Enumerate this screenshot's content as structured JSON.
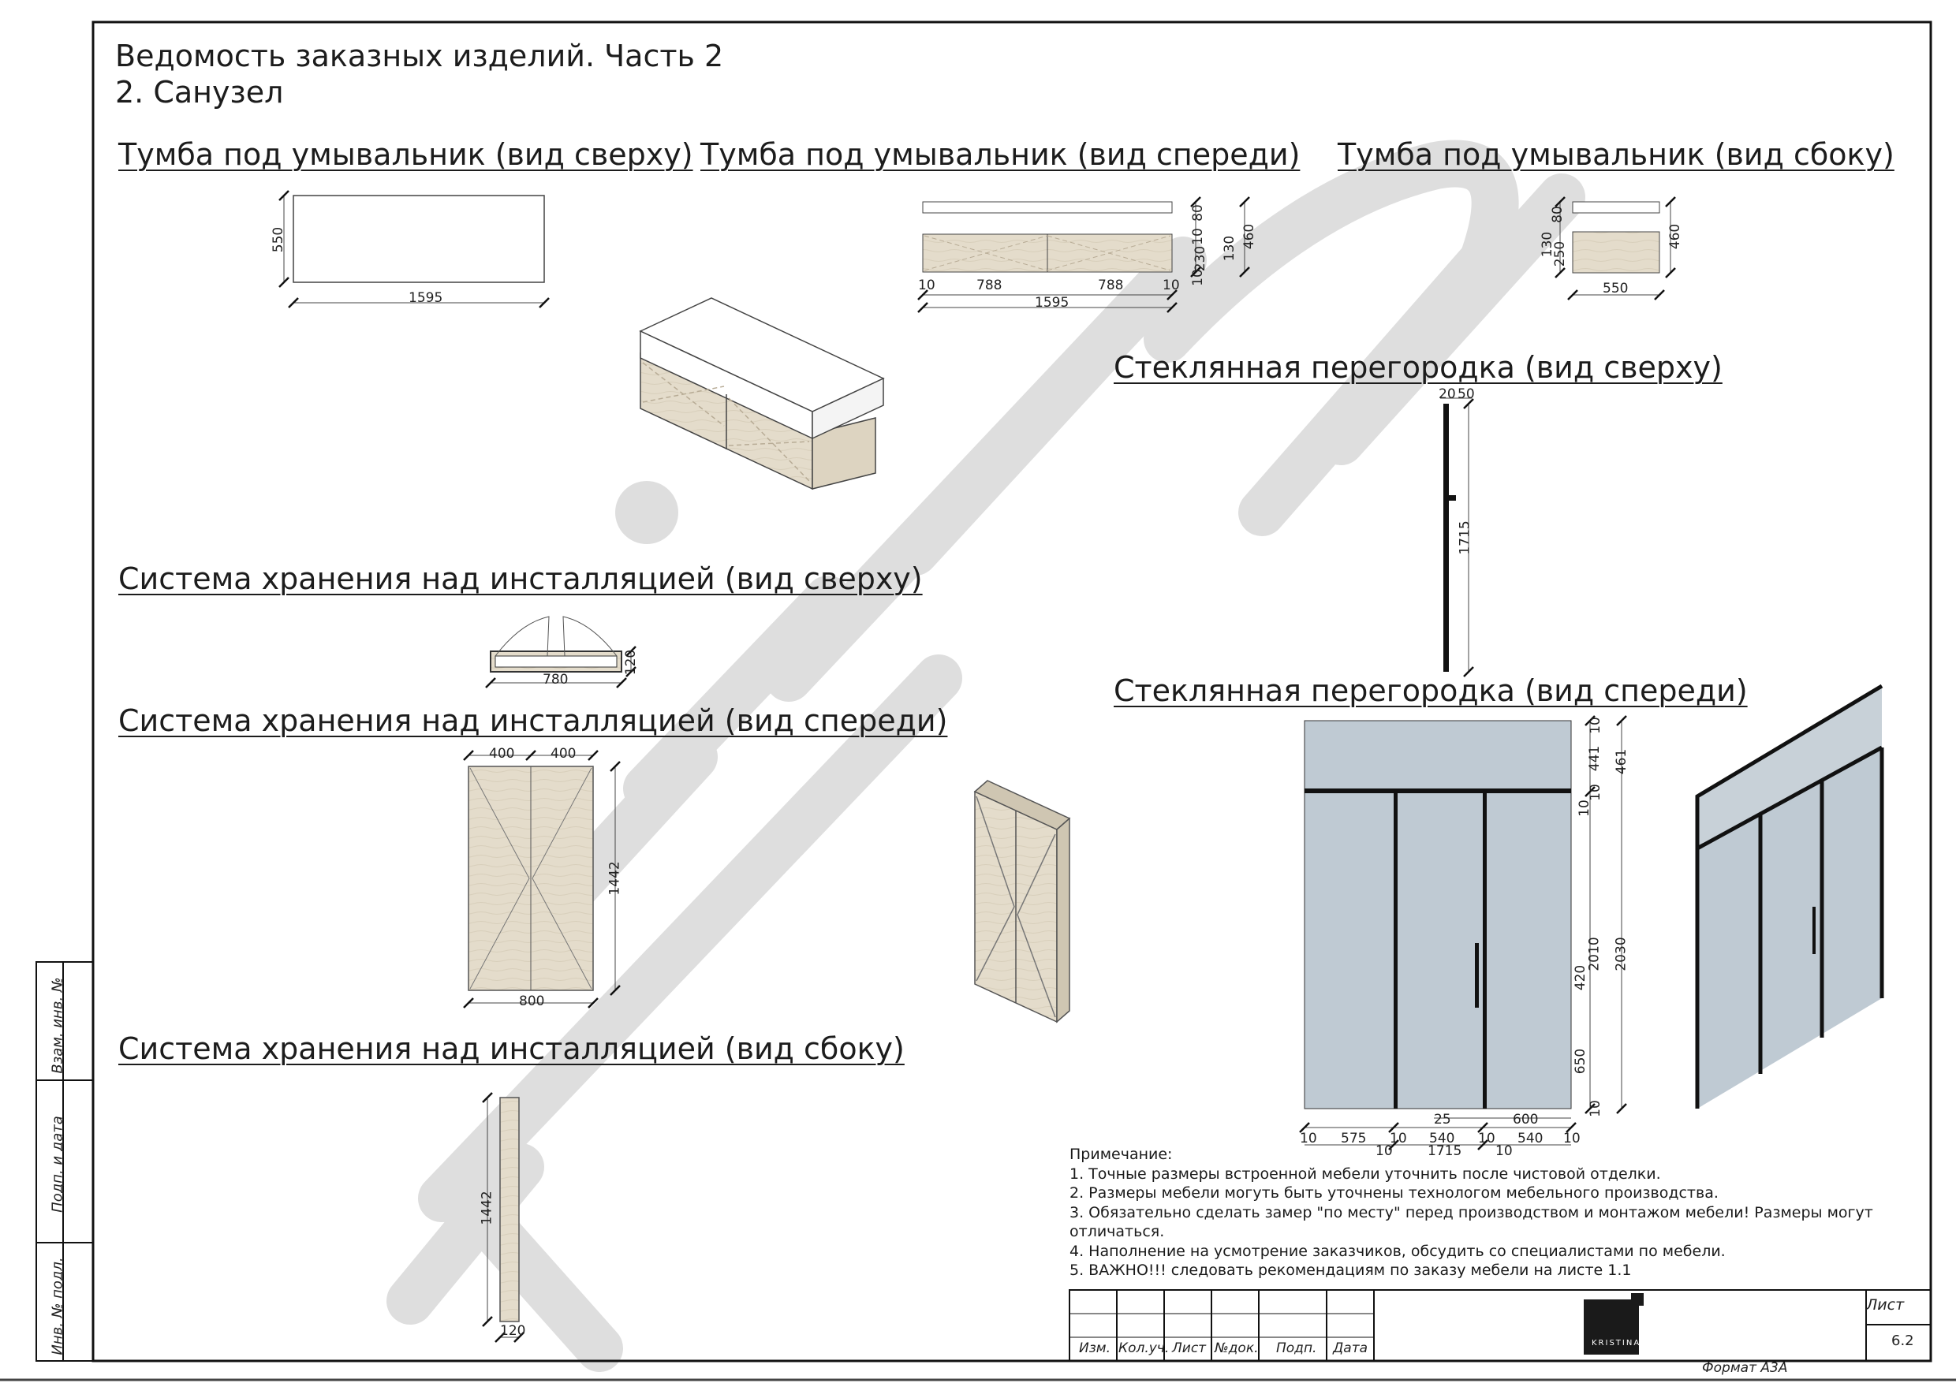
{
  "header": {
    "title": "Ведомость заказных изделий. Часть 2",
    "subtitle": "2. Санузел"
  },
  "sections": {
    "vanity_top": "Тумба под умывальник (вид сверху)",
    "vanity_front": "Тумба под умывальник (вид спереди)",
    "vanity_side": "Тумба под умывальник (вид сбоку)",
    "glass_top": "Стеклянная перегородка (вид сверху)",
    "storage_top": "Система хранения над инсталляцией (вид сверху)",
    "storage_front": "Система хранения над инсталляцией (вид спереди)",
    "storage_side": "Система хранения над инсталляцией (вид сбоку)",
    "glass_front": "Стеклянная перегородка (вид спереди)"
  },
  "dimensions": {
    "vanity_top": {
      "depth": "550",
      "width": "1595"
    },
    "vanity_front": {
      "a": "10",
      "b": "788",
      "c": "788",
      "d": "10",
      "total": "1595",
      "v80": "80",
      "v10": "10",
      "v230": "230",
      "v10b": "10",
      "v130": "130",
      "v460": "460"
    },
    "vanity_side": {
      "v80": "80",
      "v130": "130",
      "v250": "250",
      "v460": "460",
      "w550": "550"
    },
    "glass_top": {
      "a": "20",
      "b": "50",
      "len": "1715"
    },
    "storage_top": {
      "w": "780",
      "d": "120"
    },
    "storage_front": {
      "l": "400",
      "r": "400",
      "w": "800",
      "h": "1442"
    },
    "storage_side": {
      "h": "1442",
      "d": "120"
    },
    "glass_front": {
      "right": {
        "v10a": "10",
        "v441": "441",
        "v10b": "10",
        "v10c": "10",
        "v2010": "2010",
        "v420": "420",
        "v650": "650",
        "v10d": "10",
        "v461": "461",
        "v2030": "2030"
      },
      "bottom": {
        "b25": "25",
        "b600": "600",
        "b10a": "10",
        "b575": "575",
        "b10b": "10",
        "b540a": "540",
        "b10c": "10",
        "b540b": "540",
        "b10d": "10",
        "c10a": "10",
        "c1715": "1715",
        "c10b": "10"
      }
    }
  },
  "notes": {
    "heading": "Примечание:",
    "items": [
      "1. Точные размеры встроенной мебели уточнить после чистовой отделки.",
      "2. Размеры мебели могуть быть уточнены технологом мебельного производства.",
      "3. Обязательно сделать замер \"по месту\" перед производством и монтажом мебели! Размеры могут отличаться.",
      "4. Наполнение на усмотрение заказчиков, обсудить со специалистами по мебели.",
      "5. ВАЖНО!!! следовать рекомендациям по заказу мебели на листе 1.1"
    ]
  },
  "titleblock": {
    "cols": [
      "Изм.",
      "Кол.уч.",
      "Лист",
      "№док.",
      "Подп.",
      "Дата"
    ],
    "sheet_label": "Лист",
    "sheet_no": "6.2",
    "format": "Формат А3А",
    "logo_text": "KRISTINA",
    "side": [
      "Взам. инв. №",
      "Подп. и дата",
      "Инв. № подл."
    ]
  },
  "watermark": {
    "text": "kristina"
  },
  "colors": {
    "wood": "#e4dccb",
    "glass": "#bfcad3",
    "frame": "#1a1a1a",
    "watermark": "#dedede"
  }
}
